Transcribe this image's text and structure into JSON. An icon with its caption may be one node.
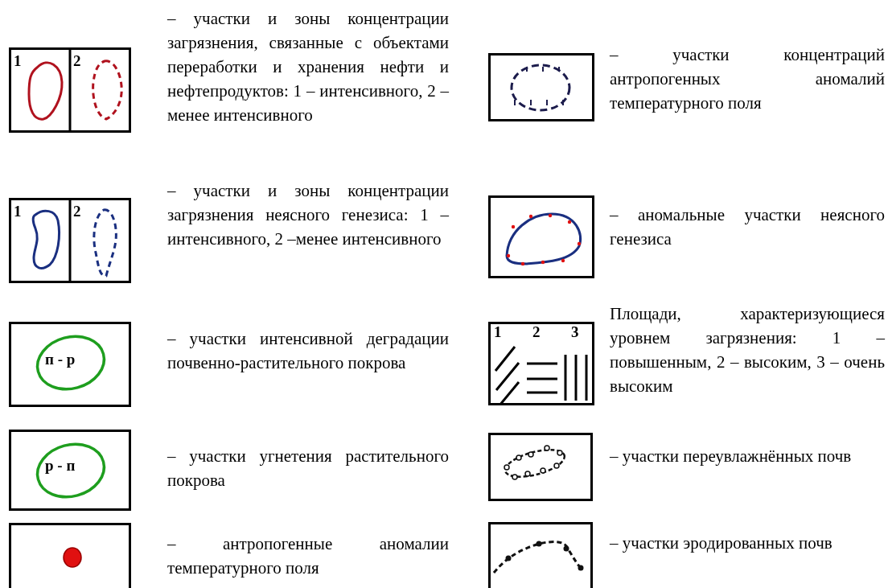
{
  "diagram": {
    "labels": [
      "1",
      "2",
      "1",
      "2",
      "п - р",
      "р - п",
      "1",
      "2",
      "3"
    ],
    "legend": [
      {
        "text": "– участки и зоны концентрации загрязнения, связанные с объектами переработки и хранения нефти и нефтепродуктов: 1 – интенсивного, 2 –менее интенсивного"
      },
      {
        "text": "– участки и зоны концентрации загрязнения неясного генезиса: 1 – интенсивного, 2 –менее интенсивного"
      },
      {
        "text": "– участки интенсивной деградации почвенно-растительного покрова"
      },
      {
        "text": "– участки угнетения растительного покрова"
      },
      {
        "text": "– антропогенные аномалии температурного поля"
      },
      {
        "text": "– участки концентраций антропогенных аномалий температурного поля"
      },
      {
        "text": "– аномальные участки неясного генезиса"
      },
      {
        "text": "Площади, характеризующиеся уровнем загрязнения: 1 – повышенным, 2 – высоким, 3 – очень высоким"
      },
      {
        "text": "– участки переувлажнённых почв"
      },
      {
        "text": "– участки эродированных почв"
      }
    ]
  }
}
